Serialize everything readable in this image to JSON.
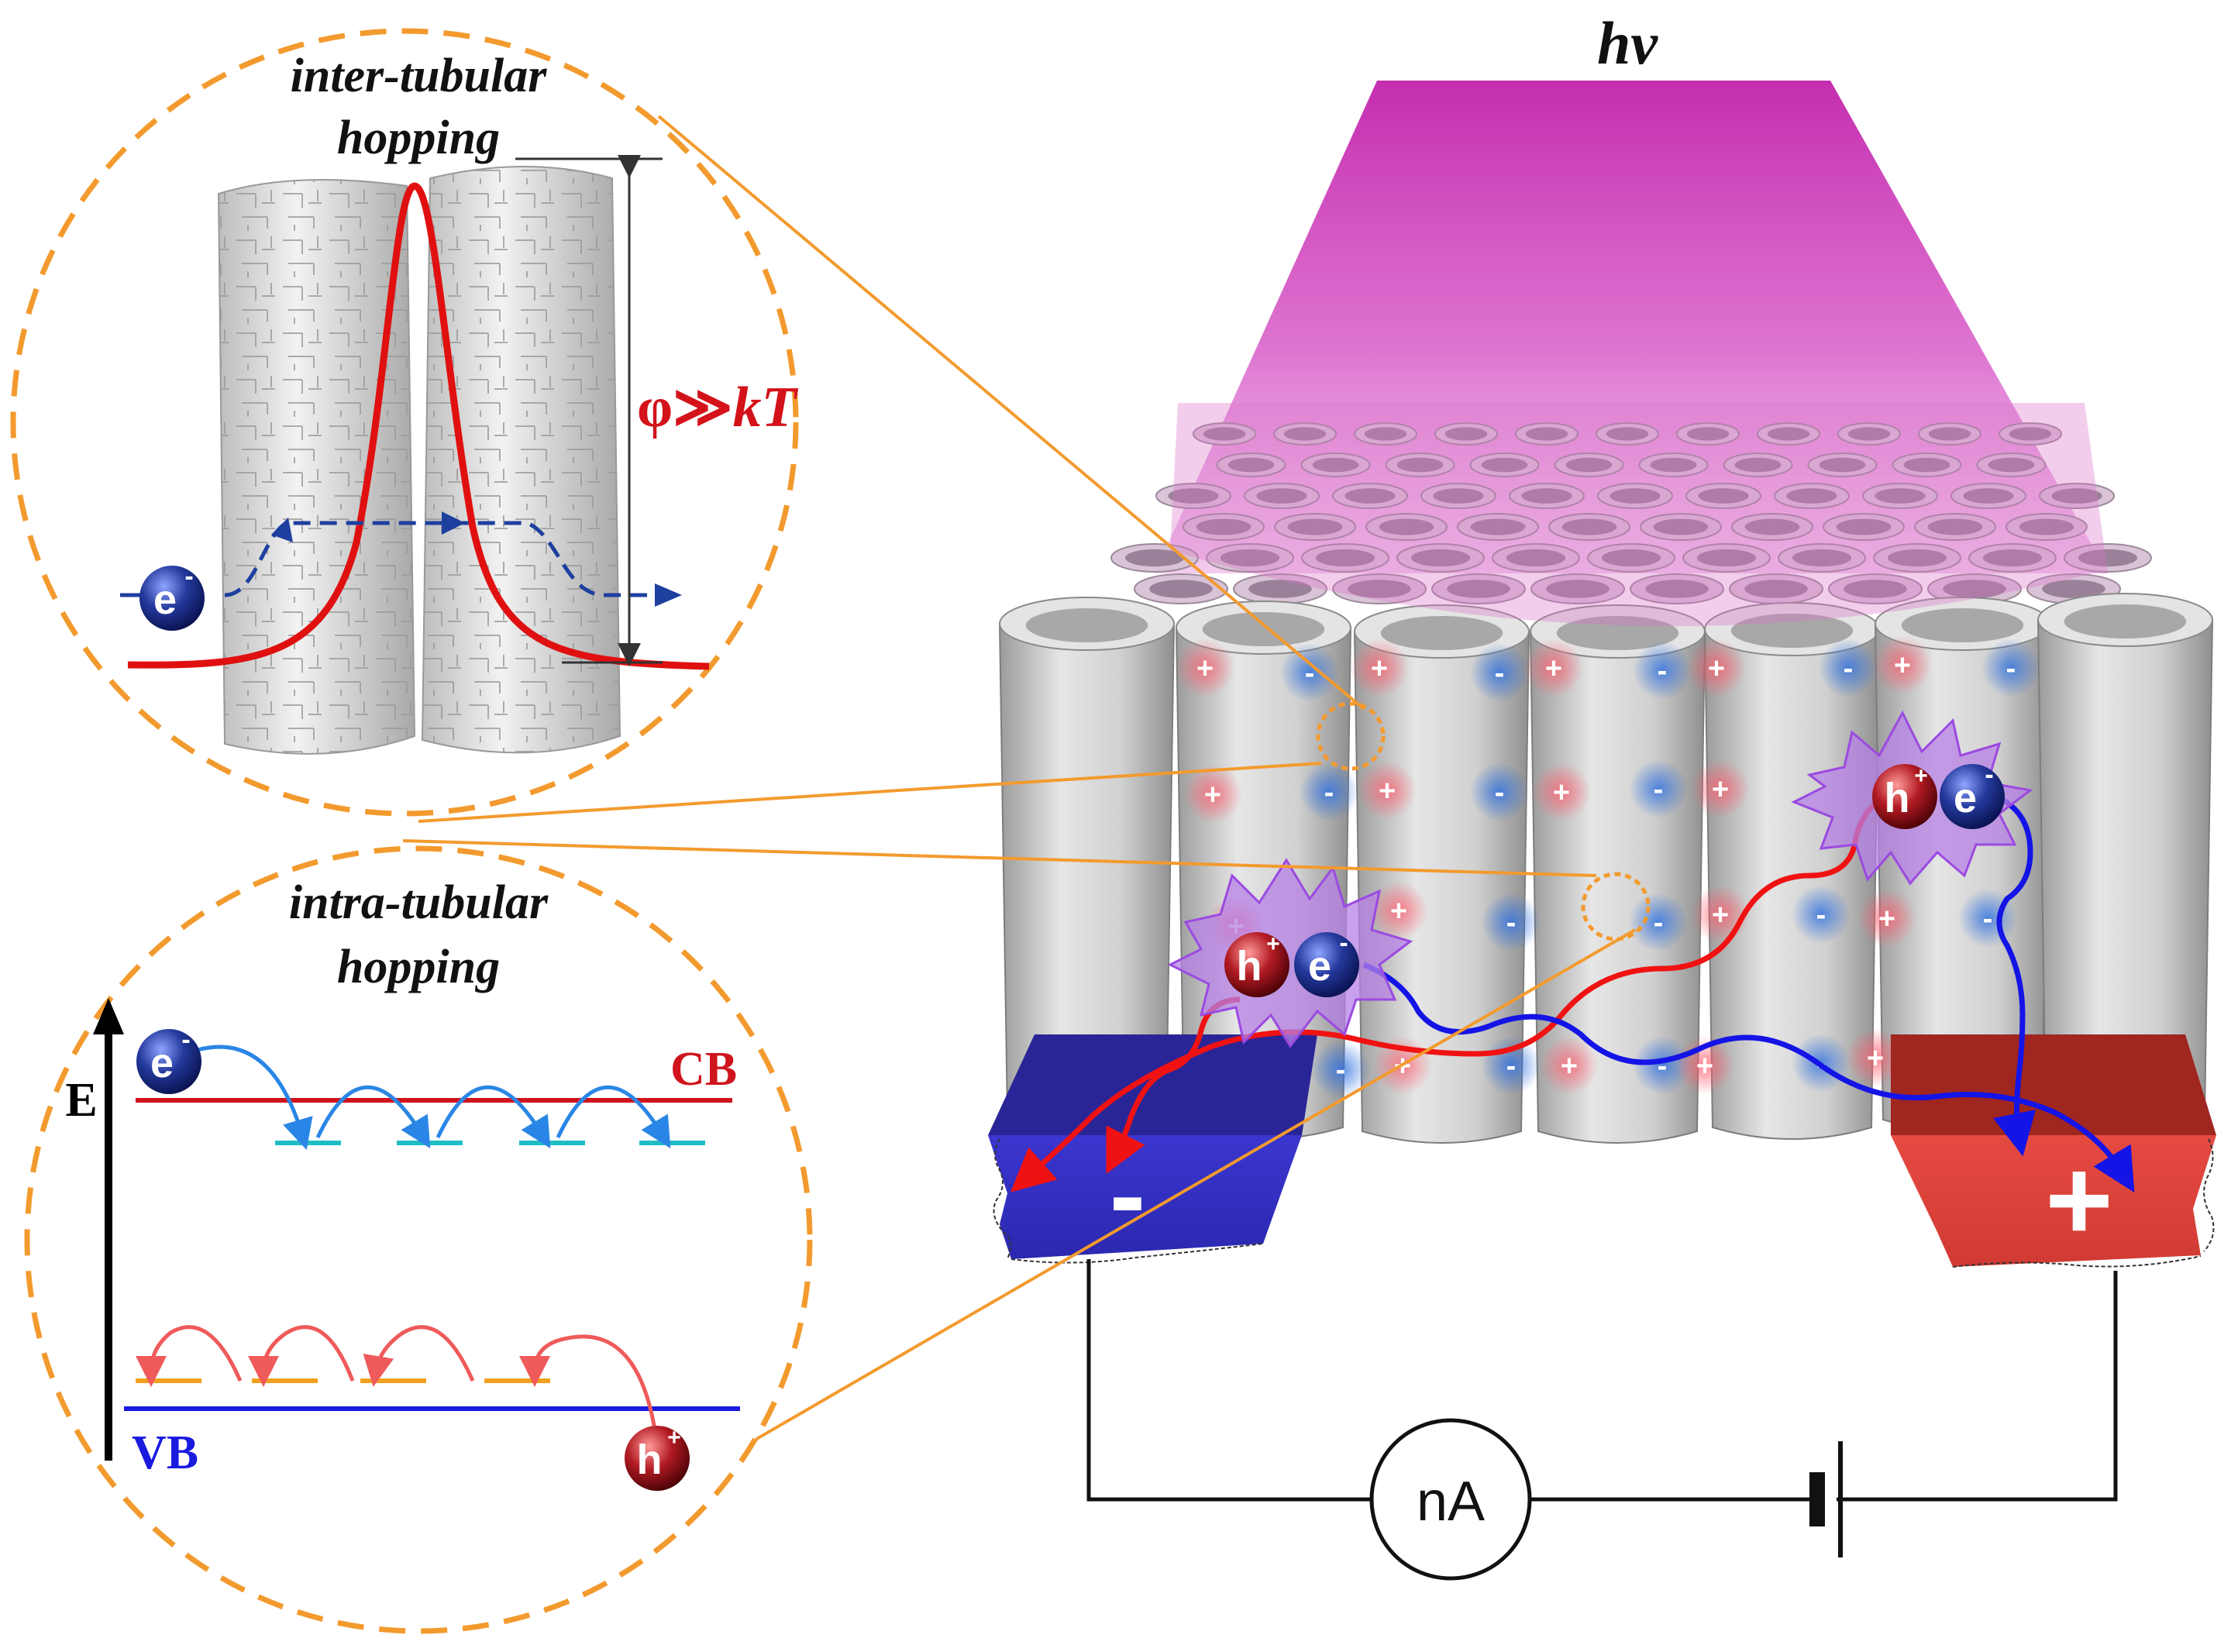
{
  "light_label": "hv",
  "inter_panel": {
    "title_line1": "inter-tubular",
    "title_line2": "hopping",
    "barrier_label_phi": "φ≫",
    "barrier_label_kt": "kT",
    "electron_label": "e",
    "electron_sup": "-"
  },
  "intra_panel": {
    "title_line1": "intra-tubular",
    "title_line2": "hopping",
    "energy_axis_label": "E",
    "cb_label": "CB",
    "vb_label": "VB",
    "electron_label": "e",
    "electron_sup": "-",
    "hole_label": "h",
    "hole_sup": "+"
  },
  "device": {
    "pair_left_hole": "h",
    "pair_left_hole_sup": "+",
    "pair_left_electron": "e",
    "pair_left_electron_sup": "-",
    "pair_right_hole": "h",
    "pair_right_hole_sup": "+",
    "pair_right_electron": "e",
    "pair_right_electron_sup": "-",
    "negative_electrode_sign": "-",
    "positive_electrode_sign": "+",
    "ammeter_label": "nA",
    "charge_plus": "+",
    "charge_minus": "-"
  },
  "colors": {
    "dashed_circle": "#f39a2e",
    "barrier_red": "#e01010",
    "cb_red": "#d0141c",
    "vb_blue": "#1a1adf",
    "electrode_negative": "#3a36c8",
    "electrode_positive": "#e2473f",
    "light_magenta": "#cc33b8",
    "electron_blue": "#1d2f8c",
    "hole_red": "#b8181e"
  }
}
